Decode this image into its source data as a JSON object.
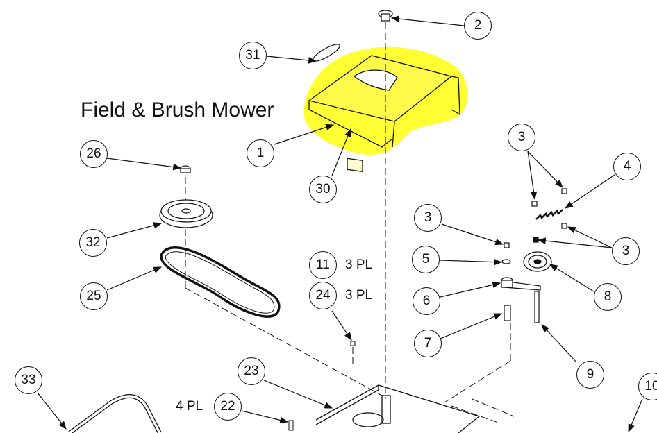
{
  "title": "Field & Brush Mower",
  "highlight_color": "#ffff33",
  "callouts": {
    "c1": "1",
    "c2": "2",
    "c3a": "3",
    "c3b": "3",
    "c3c": "3",
    "c4": "4",
    "c5": "5",
    "c6": "6",
    "c7": "7",
    "c8": "8",
    "c9": "9",
    "c10": "10",
    "c11": "11",
    "c22": "22",
    "c23": "23",
    "c24": "24",
    "c25": "25",
    "c26": "26",
    "c30": "30",
    "c31": "31",
    "c32": "32",
    "c33": "33"
  },
  "quantity_notes": {
    "q11": "3 PL",
    "q24": "3 PL",
    "q22": "4 PL"
  }
}
